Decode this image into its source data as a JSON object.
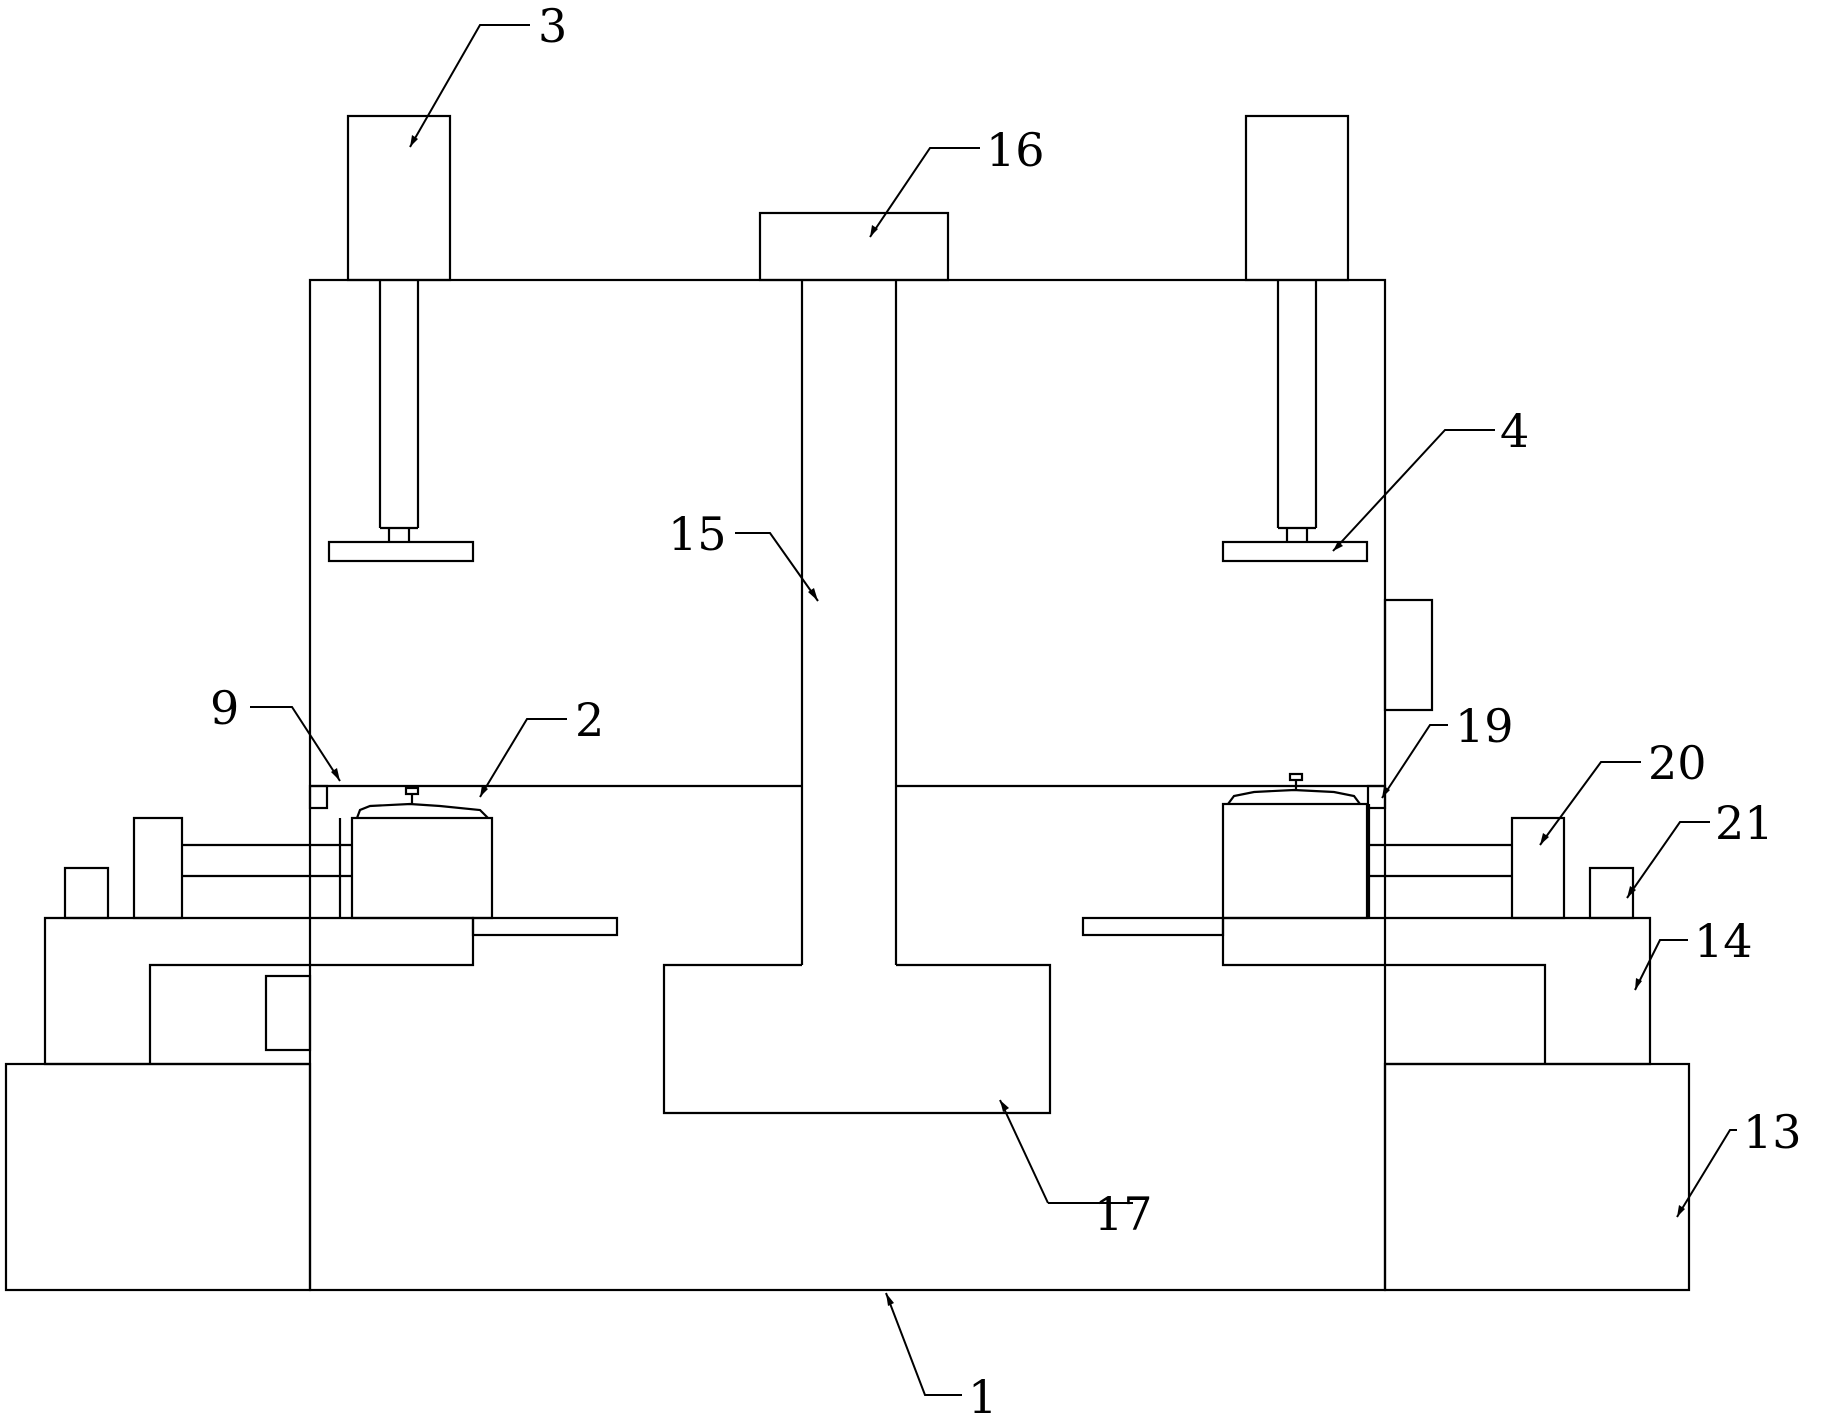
{
  "diagram": {
    "labels": {
      "l1": "1",
      "l2": "2",
      "l3": "3",
      "l4": "4",
      "l9": "9",
      "l13": "13",
      "l14": "14",
      "l15": "15",
      "l16": "16",
      "l17": "17",
      "l19": "19",
      "l20": "20",
      "l21": "21"
    }
  }
}
